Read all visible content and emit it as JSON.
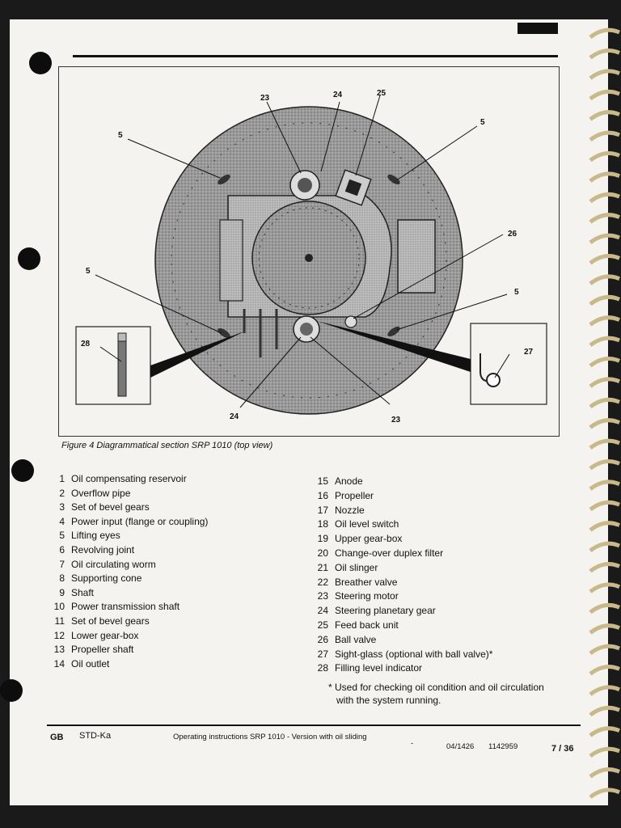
{
  "figure": {
    "caption": "Figure 4  Diagrammatical section SRP 1010 (top view)",
    "callouts": [
      {
        "label": "23"
      },
      {
        "label": "24"
      },
      {
        "label": "25"
      },
      {
        "label": "5"
      },
      {
        "label": "26"
      },
      {
        "label": "5"
      },
      {
        "label": "27"
      },
      {
        "label": "23"
      },
      {
        "label": "24"
      },
      {
        "label": "5"
      },
      {
        "label": "28"
      },
      {
        "label": "5"
      }
    ]
  },
  "legend_left": [
    {
      "num": "1",
      "text": "Oil compensating reservoir"
    },
    {
      "num": "2",
      "text": "Overflow pipe"
    },
    {
      "num": "3",
      "text": "Set of bevel gears"
    },
    {
      "num": "4",
      "text": "Power input (flange or coupling)"
    },
    {
      "num": "5",
      "text": "Lifting eyes"
    },
    {
      "num": "6",
      "text": "Revolving joint"
    },
    {
      "num": "7",
      "text": "Oil circulating worm"
    },
    {
      "num": "8",
      "text": "Supporting cone"
    },
    {
      "num": "9",
      "text": "Shaft"
    },
    {
      "num": "10",
      "text": "Power transmission shaft"
    },
    {
      "num": "11",
      "text": "Set of bevel gears"
    },
    {
      "num": "12",
      "text": "Lower gear-box"
    },
    {
      "num": "13",
      "text": "Propeller shaft"
    },
    {
      "num": "14",
      "text": "Oil outlet"
    }
  ],
  "legend_right": [
    {
      "num": "15",
      "text": "Anode"
    },
    {
      "num": "16",
      "text": "Propeller"
    },
    {
      "num": "17",
      "text": "Nozzle"
    },
    {
      "num": "18",
      "text": "Oil level switch"
    },
    {
      "num": "19",
      "text": "Upper gear-box"
    },
    {
      "num": "20",
      "text": "Change-over duplex filter"
    },
    {
      "num": "21",
      "text": "Oil slinger"
    },
    {
      "num": "22",
      "text": "Breather valve"
    },
    {
      "num": "23",
      "text": "Steering motor"
    },
    {
      "num": "24",
      "text": "Steering planetary gear"
    },
    {
      "num": "25",
      "text": "Feed back unit"
    },
    {
      "num": "26",
      "text": "Ball valve"
    },
    {
      "num": "27",
      "text": "Sight-glass (optional with ball valve)*"
    },
    {
      "num": "28",
      "text": "Filling level indicator"
    }
  ],
  "note": {
    "line1": "* Used for checking oil condition and oil circulation",
    "line2": "with the system running."
  },
  "footer": {
    "lang": "GB",
    "code": "STD-Ka",
    "title": "Operating instructions SRP 1010 - Version with oil sliding",
    "dash": "-",
    "doc_no": "04/1426",
    "part_no": "1142959",
    "page": "7 / 36"
  },
  "colors": {
    "paper": "#f4f3ef",
    "ink": "#111111",
    "drawing_fill": "#9a9a9a"
  }
}
